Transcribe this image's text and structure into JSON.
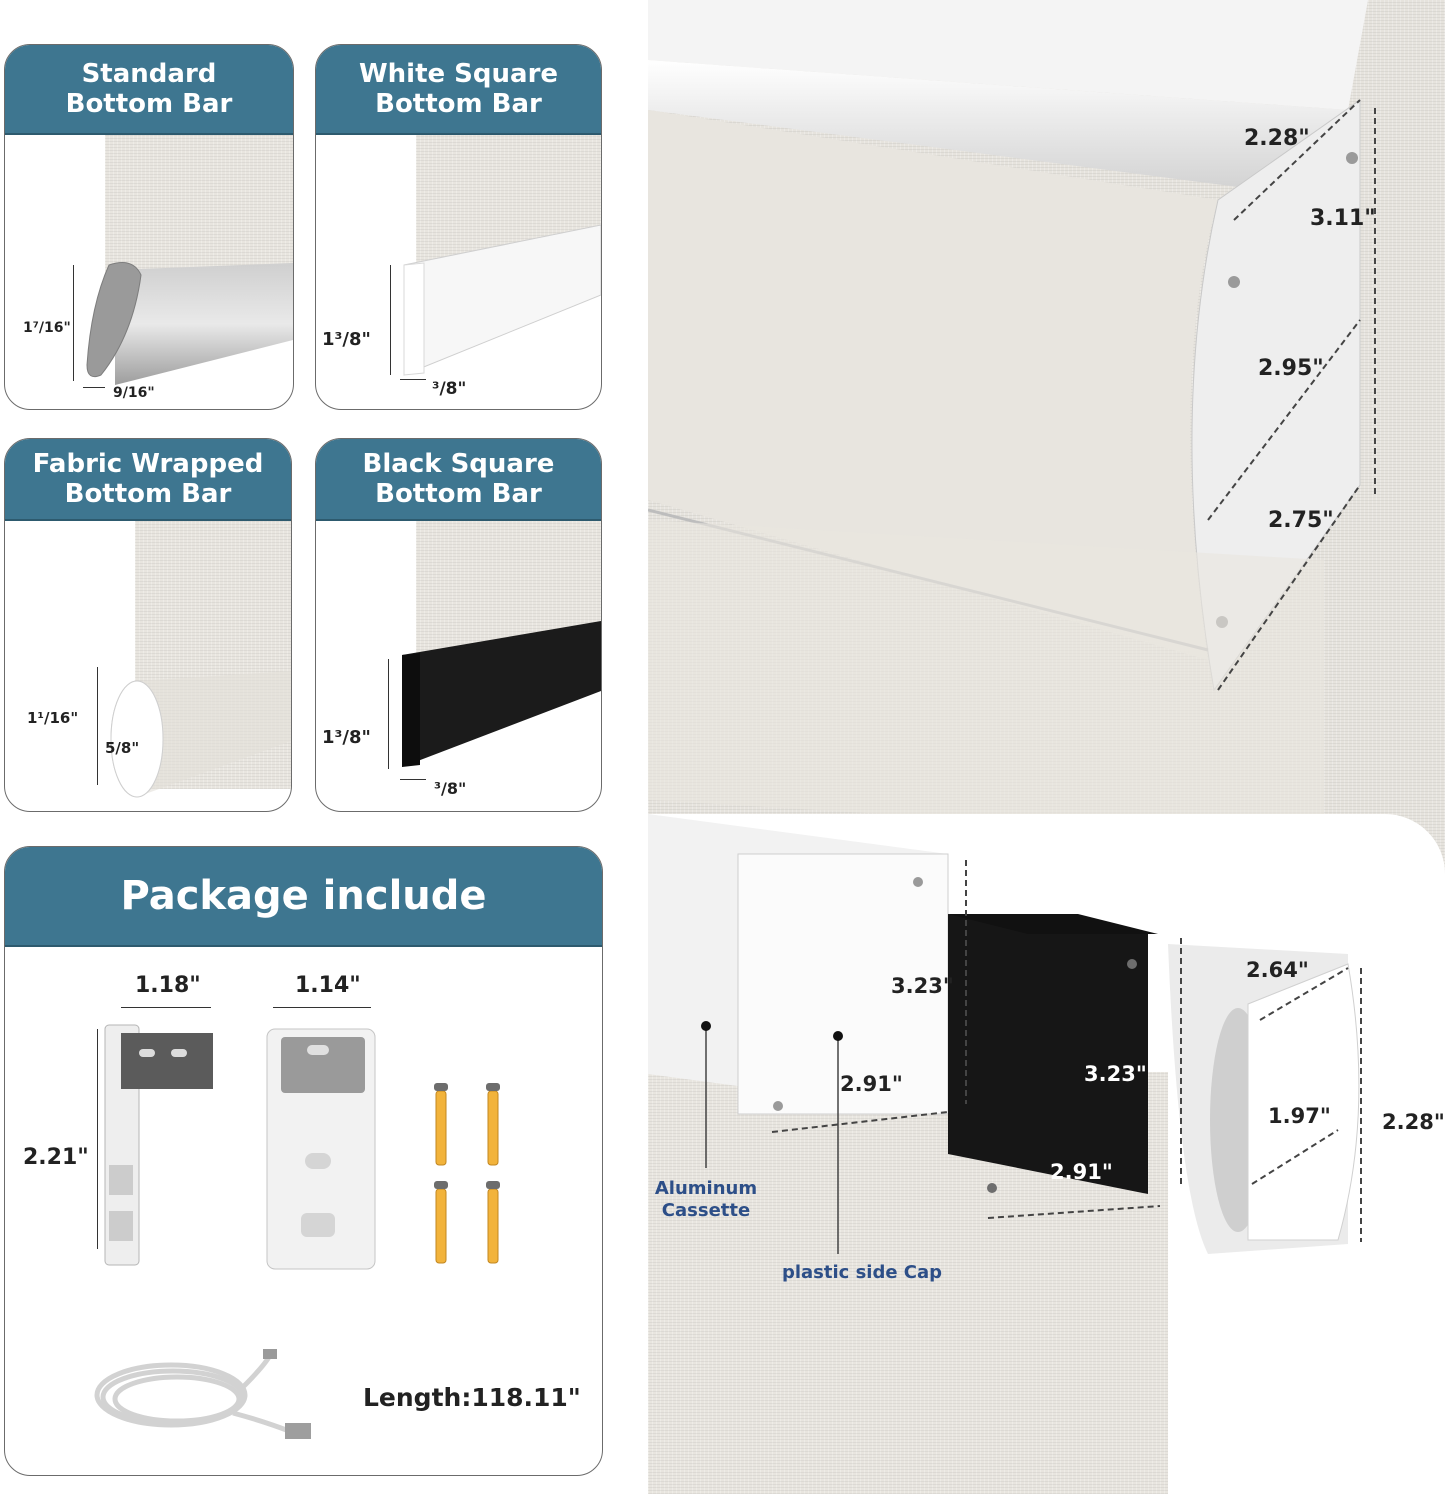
{
  "bottom_bars": {
    "standard": {
      "title_line1": "Standard",
      "title_line2": "Bottom Bar",
      "height_label": "1⁷/16\"",
      "width_label": "9/16\""
    },
    "white_square": {
      "title_line1": "White Square",
      "title_line2": "Bottom Bar",
      "height_label": "1³/8\"",
      "width_label": "³/8\""
    },
    "fabric_wrapped": {
      "title_line1": "Fabric Wrapped",
      "title_line2": "Bottom Bar",
      "height_label": "1¹/16\"",
      "width_label": "5/8\""
    },
    "black_square": {
      "title_line1": "Black Square",
      "title_line2": "Bottom Bar",
      "height_label": "1³/8\"",
      "width_label": "³/8\""
    }
  },
  "package": {
    "title": "Package include",
    "bracket1_width": "1.18\"",
    "bracket1_height": "2.21\"",
    "bracket2_width": "1.14\"",
    "cable_length": "Length:118.11\""
  },
  "cassette_top": {
    "dims": [
      "2.28\"",
      "3.11\"",
      "2.95\"",
      "2.75\""
    ]
  },
  "cassette_bottom": {
    "white_cap_height": "3.23\"",
    "white_cap_width": "2.91\"",
    "black_cap_height": "3.23\"",
    "black_cap_width": "2.91\"",
    "round_cap_top": "2.64\"",
    "round_cap_mid": "1.97\"",
    "round_cap_height": "2.28\"",
    "label_aluminum_line1": "Aluminum",
    "label_aluminum_line2": "Cassette",
    "label_plastic": "plastic side Cap"
  },
  "colors": {
    "header_teal": "#3e7690",
    "label_blue": "#2d4f88",
    "black_bar": "#141414",
    "fabric": "#e8e5df"
  }
}
